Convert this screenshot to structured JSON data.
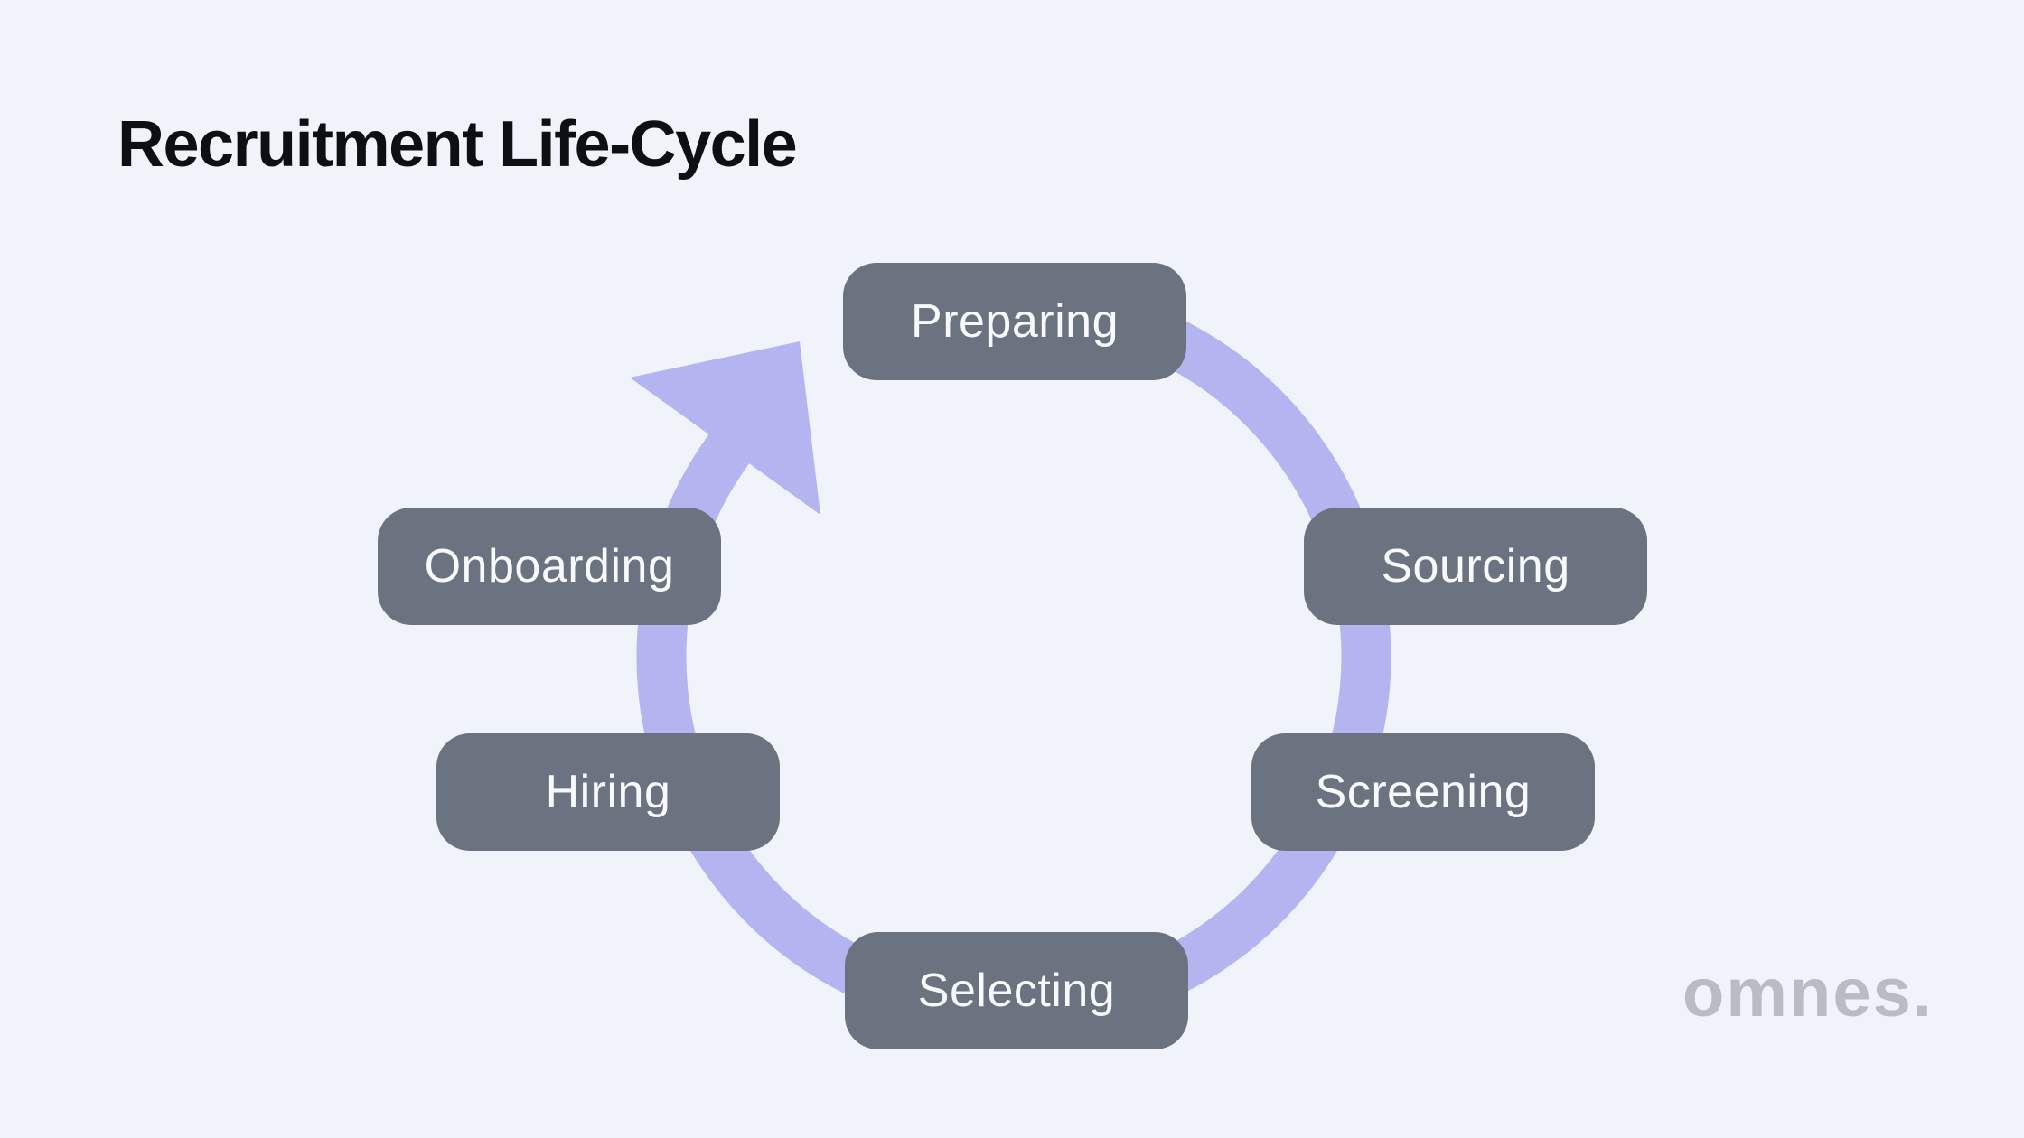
{
  "page": {
    "title": "Recruitment Life-Cycle",
    "brand": "omnes.",
    "background_color": "#f0f3fa",
    "title_color": "#0e0f12",
    "brand_color": "#b9bcc4"
  },
  "diagram": {
    "type": "cycle",
    "direction": "clockwise",
    "arrow_color": "#b3b4f0",
    "stage_box_color": "#6b7280",
    "stage_text_color": "#f8f9fb",
    "stages": [
      {
        "label": "Preparing"
      },
      {
        "label": "Sourcing"
      },
      {
        "label": "Screening"
      },
      {
        "label": "Selecting"
      },
      {
        "label": "Hiring"
      },
      {
        "label": "Onboarding"
      }
    ]
  }
}
